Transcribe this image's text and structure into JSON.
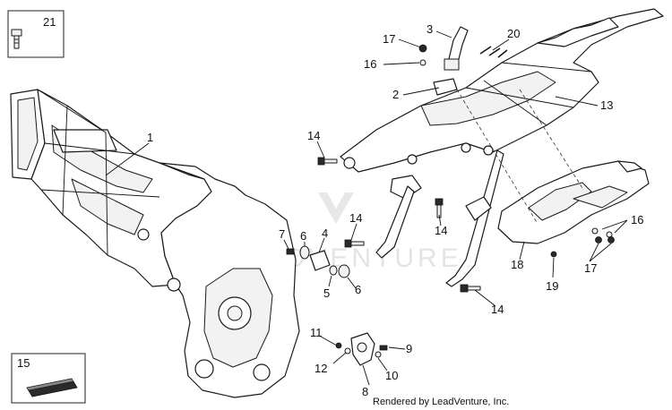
{
  "watermark": "LEADVENTURE",
  "credit": "Rendered by LeadVenture, Inc.",
  "callouts": [
    {
      "id": "c21",
      "text": "21"
    },
    {
      "id": "c1",
      "text": "1"
    },
    {
      "id": "c3",
      "text": "3"
    },
    {
      "id": "c17a",
      "text": "17"
    },
    {
      "id": "c16a",
      "text": "16"
    },
    {
      "id": "c20",
      "text": "20"
    },
    {
      "id": "c2",
      "text": "2"
    },
    {
      "id": "c13",
      "text": "13"
    },
    {
      "id": "c14a",
      "text": "14"
    },
    {
      "id": "c14b",
      "text": "14"
    },
    {
      "id": "c14c",
      "text": "14"
    },
    {
      "id": "c14d",
      "text": "14"
    },
    {
      "id": "c7",
      "text": "7"
    },
    {
      "id": "c6a",
      "text": "6"
    },
    {
      "id": "c4",
      "text": "4"
    },
    {
      "id": "c5",
      "text": "5"
    },
    {
      "id": "c6b",
      "text": "6"
    },
    {
      "id": "c16b",
      "text": "16"
    },
    {
      "id": "c17b",
      "text": "17"
    },
    {
      "id": "c18",
      "text": "18"
    },
    {
      "id": "c19",
      "text": "19"
    },
    {
      "id": "c11",
      "text": "11"
    },
    {
      "id": "c9",
      "text": "9"
    },
    {
      "id": "c12",
      "text": "12"
    },
    {
      "id": "c10",
      "text": "10"
    },
    {
      "id": "c8",
      "text": "8"
    },
    {
      "id": "c15",
      "text": "15"
    }
  ]
}
